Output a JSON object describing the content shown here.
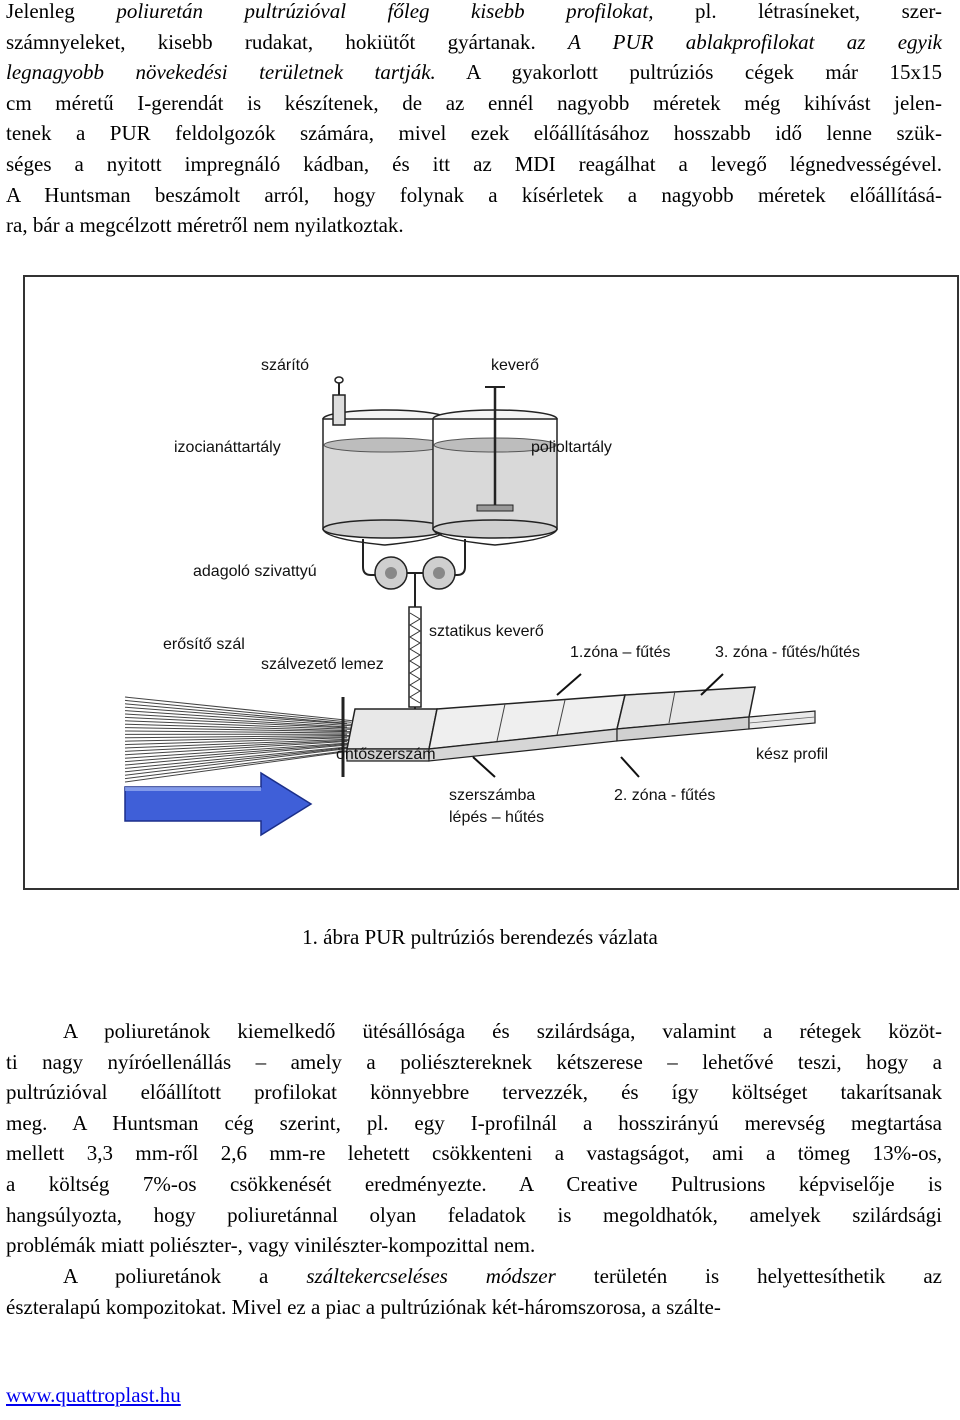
{
  "para1": {
    "lines": [
      [
        {
          "t": "Jelenleg "
        },
        {
          "t": "poliuretán pultrúzióval főleg kisebb profilokat,",
          "i": true
        },
        {
          "t": " pl. létrasíneket, szer-"
        }
      ],
      [
        {
          "t": "számnyeleket, kisebb rudakat, hokiütőt gyártanak. "
        },
        {
          "t": "A PUR ablakprofilokat az egyik",
          "i": true
        }
      ],
      [
        {
          "t": "legnagyobb növekedési területnek tartják.",
          "i": true
        },
        {
          "t": " A gyakorlott pultrúziós cégek már 15x15"
        }
      ],
      [
        {
          "t": "cm méretű I-gerendát is készítenek, de az ennél nagyobb méretek még kihívást jelen-"
        }
      ],
      [
        {
          "t": "tenek a PUR feldolgozók számára, mivel ezek előállításához hosszabb idő lenne szük-"
        }
      ],
      [
        {
          "t": "séges a nyitott impregnáló kádban, és itt az MDI reagálhat a levegő légnedvességével."
        }
      ],
      [
        {
          "t": "A Huntsman beszámolt arról, hogy folynak a kísérletek a nagyobb méretek előállításá-"
        }
      ],
      [
        {
          "t": "ra, bár a megcélzott méretről nem nyilatkoztak."
        }
      ]
    ]
  },
  "figure": {
    "labels": {
      "szarito": "szárító",
      "kevero": "keverő",
      "izocianattartaly": "izocianáttartály",
      "polioltartaly": "polioltartály",
      "adagolo_szivattyu": "adagoló szivattyú",
      "sztatikus_kevero": "sztatikus keverő",
      "erosito_szal": "erősítő szál",
      "szalvezeto_lemez": "szálvezető lemez",
      "zona1": "1.zóna – fűtés",
      "zona3": "3. zóna - fűtés/hűtés",
      "ontoszerszam": "öntőszerszám",
      "kesz_profil": "kész profil",
      "szerszamba_1": "szerszámba",
      "szerszamba_2": "lépés – hűtés",
      "zona2": "2. zóna - fűtés"
    },
    "colors": {
      "arrow_fill": "#3f5fd8",
      "line": "#222222",
      "tank_fill": "#d9d9d9",
      "tool_fill": "#e8e8e8"
    }
  },
  "caption": "1. ábra PUR pultrúziós berendezés vázlata",
  "para2": {
    "lines": [
      [
        {
          "t": "A poliuretánok kiemelkedő ütésállósága és szilárdsága, valamint a rétegek közöt-"
        }
      ],
      [
        {
          "t": "ti nagy nyíróellenállás – amely a poliésztereknek kétszerese – lehetővé teszi, hogy a"
        }
      ],
      [
        {
          "t": "pultrúzióval előállított profilokat könnyebbre tervezzék, és így költséget takarítsanak"
        }
      ],
      [
        {
          "t": "meg. A Huntsman cég szerint, pl. egy I-profilnál a hosszirányú merevség megtartása"
        }
      ],
      [
        {
          "t": "mellett 3,3 mm-ről 2,6 mm-re lehetett csökkenteni a vastagságot, ami a tömeg 13%-os,"
        }
      ],
      [
        {
          "t": "a költség 7%-os csökkenését eredményezte. A Creative Pultrusions képviselője is"
        }
      ],
      [
        {
          "t": "hangsúlyozta, hogy poliuretánnal olyan feladatok is megoldhatók, amelyek szilárdsági"
        }
      ],
      [
        {
          "t": "problémák miatt poliészter-, vagy vinilészter-kompozittal nem."
        }
      ]
    ]
  },
  "para3": {
    "lines": [
      [
        {
          "t": "A poliuretánok a "
        },
        {
          "t": "száltekercseléses módszer",
          "i": true
        },
        {
          "t": " területén is helyettesíthetik az"
        }
      ],
      [
        {
          "t": "észteralapú kompozitokat. Mivel ez a piac a pultrúziónak két-háromszorosa, a szálte-"
        }
      ]
    ]
  },
  "footer": {
    "url": "www.quattroplast.hu"
  }
}
